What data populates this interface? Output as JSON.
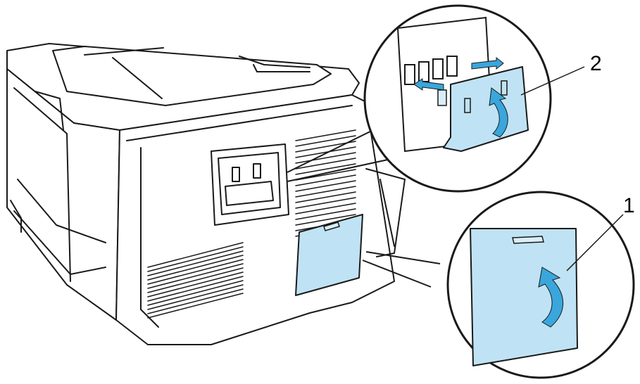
{
  "diagram": {
    "callouts": [
      {
        "number": "1",
        "refers_to": "side-access-cover"
      },
      {
        "number": "2",
        "refers_to": "memory-slot-inner-cover"
      }
    ],
    "colors": {
      "line": "#1a1a1a",
      "printer_body": "#ffffff",
      "cover_fill": "#bfe3f4",
      "cover_fill_light": "#d9eef8",
      "arrow_fill": "#3aa6dc",
      "zoom_circle": "#1a1a1a",
      "callout_text": "#000000"
    },
    "icons": [
      "curved-arrow-icon",
      "straight-arrow-icon"
    ]
  }
}
